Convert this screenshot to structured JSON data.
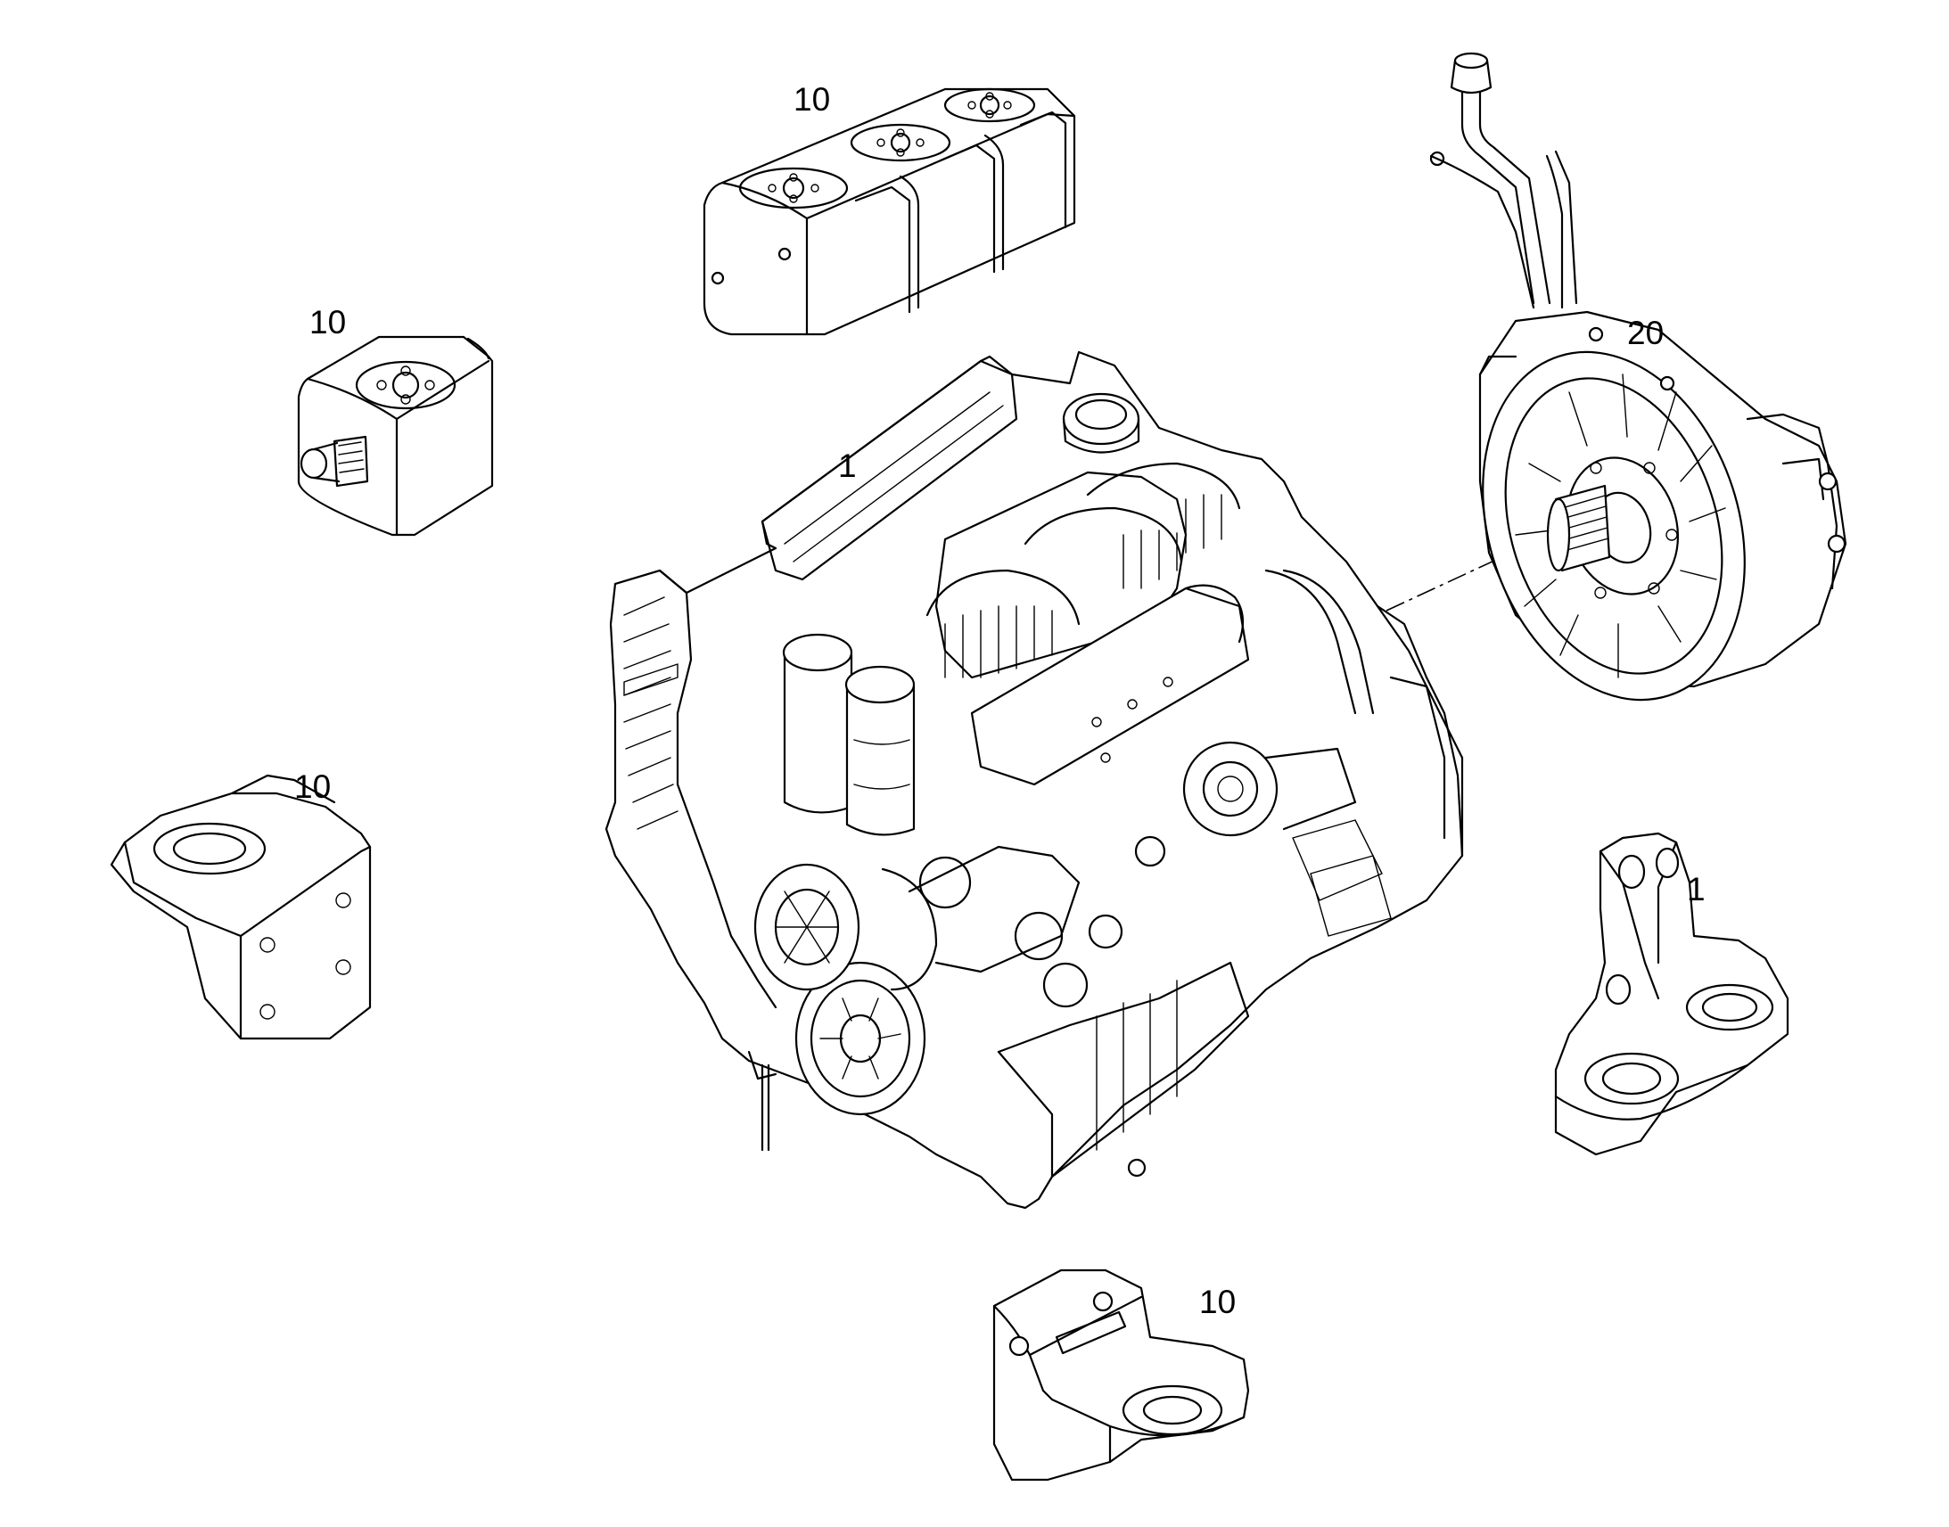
{
  "callouts": {
    "pump_triple": "10",
    "pump_single": "10",
    "engine": "1",
    "power_takeoff": "20",
    "bracket_left": "10",
    "bracket_right": "1",
    "bracket_bottom": "10"
  },
  "icons": [
    "hydraulic-pump-triple-icon",
    "hydraulic-pump-single-icon",
    "engine-assembly-icon",
    "power-takeoff-icon",
    "engine-mount-bracket-icon"
  ]
}
